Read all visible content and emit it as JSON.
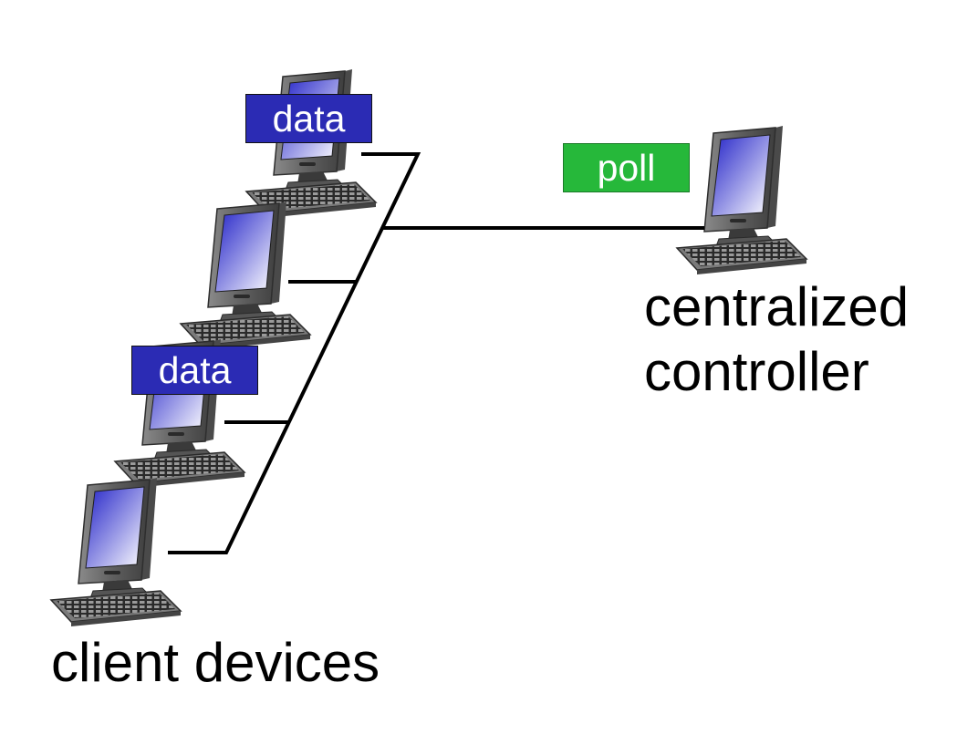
{
  "labels": {
    "client_devices": "client devices",
    "controller_line1": "centralized",
    "controller_line2": "controller"
  },
  "messages": {
    "data_top": "data",
    "data_third": "data",
    "poll": "poll"
  },
  "colors": {
    "data_tag": "#2b2bb4",
    "poll_tag": "#26b83a",
    "wire": "#000000",
    "screen_gradient_start": "#2323c8",
    "screen_gradient_end": "#ffffff",
    "monitor_body": "#6c6c6c"
  },
  "icons": {
    "client": "desktop-computer-icon",
    "controller": "desktop-computer-icon"
  }
}
